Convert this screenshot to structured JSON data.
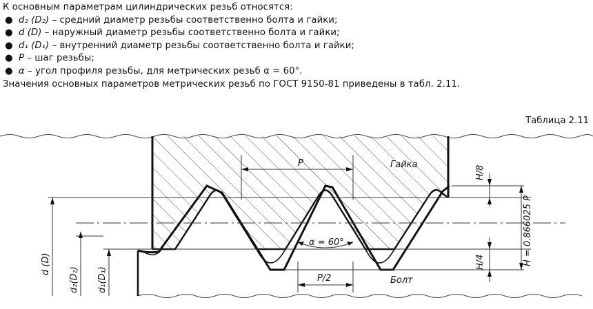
{
  "intro": "К основным параметрам цилиндрических резьб относятся:",
  "bullet_glyph": "●",
  "params": [
    {
      "symbol": "d₂ (D₂)",
      "text": " – средний диаметр резьбы соответственно болта и гайки;"
    },
    {
      "symbol": "d (D)",
      "text": " – наружный диаметр резьбы соответственно болта и гайки;"
    },
    {
      "symbol": "d₁ (D₁)",
      "text": " – внутренний диаметр резьбы соответственно болта и гайки;"
    },
    {
      "symbol": "P",
      "text": " – шаг резьбы;"
    },
    {
      "symbol": "α",
      "text": " – угол профиля резьбы, для метрических резьб α = 60°."
    }
  ],
  "summary": "Значения основных параметров метрических резьб по ГОСТ 9150-81 приведены в табл. 2.11.",
  "table_caption": "Таблица 2.11",
  "figure": {
    "label_p": "P",
    "label_nut": "Гайка",
    "label_h8": "H/8",
    "label_h": "H = 0.866025 P",
    "label_alpha": "α = 60°",
    "label_h4": "H/4",
    "label_p2": "P/2",
    "label_bolt": "Болт",
    "label_d": "d (D)",
    "label_d2": "d₂(D₂)",
    "label_d1": "d₁(D₁)"
  }
}
